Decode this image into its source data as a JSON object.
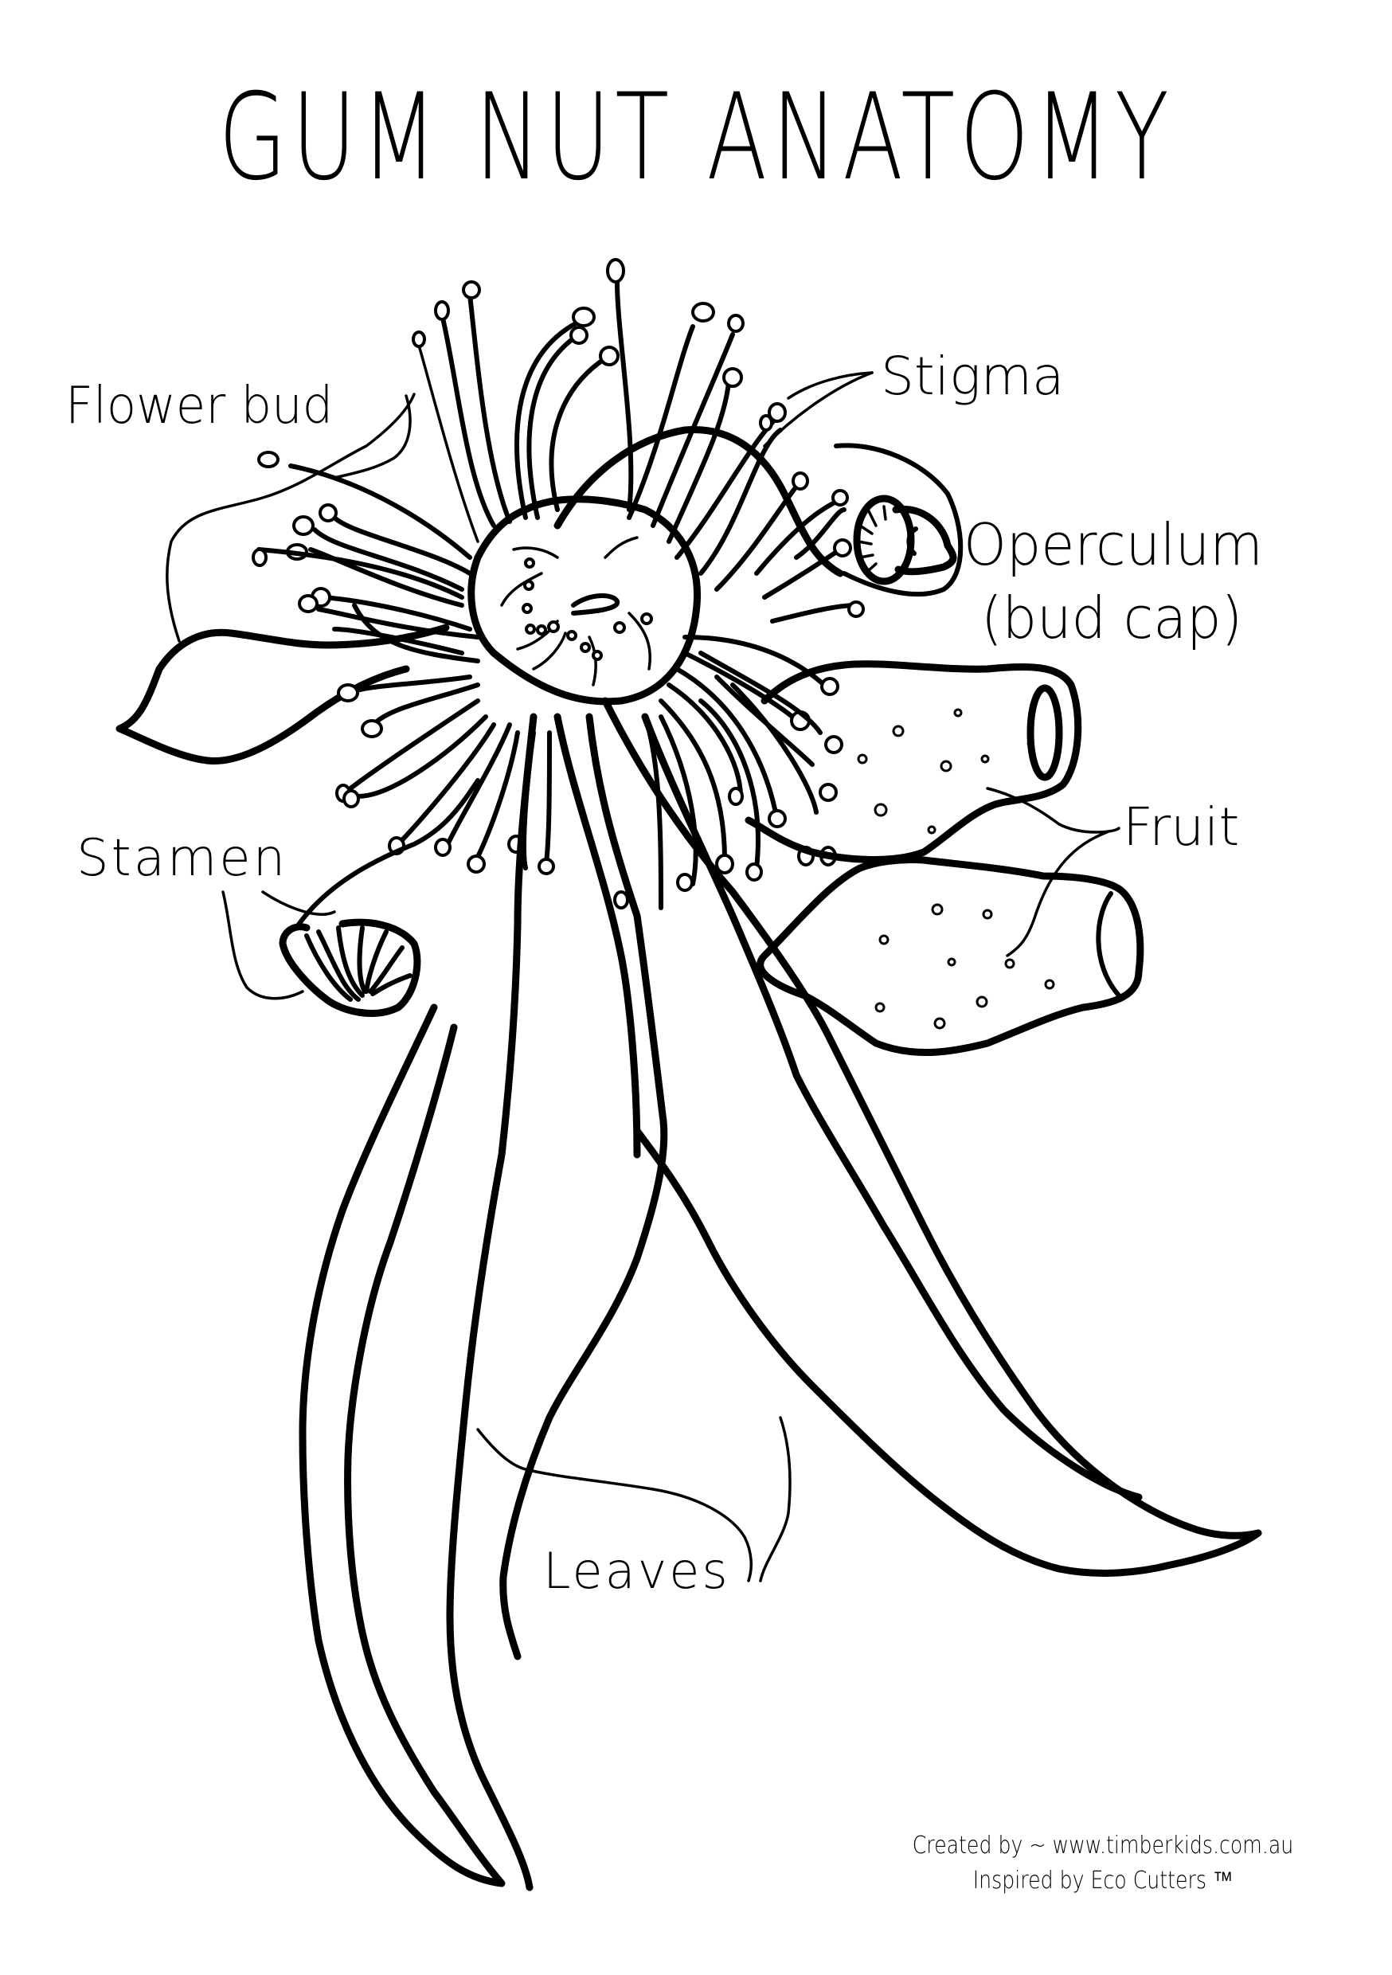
{
  "page": {
    "title": "GUM NUT ANATOMY",
    "background": "#ffffff",
    "ink_color": "#000000"
  },
  "labels": {
    "flower_bud": "Flower bud",
    "stigma": "Stigma",
    "operculum": "Operculum",
    "operculum_sub": "(bud cap)",
    "fruit": "Fruit",
    "stamen": "Stamen",
    "leaves": "Leaves"
  },
  "illustration": {
    "subject": "gum nut (eucalyptus) flower, buds, fruit and leaves",
    "parts": [
      "flower-bud",
      "stamens",
      "stigma",
      "operculum",
      "fruit",
      "fruit",
      "leaves",
      "leaves",
      "leaves"
    ]
  },
  "footer": {
    "credit_line": "Created by ~ www.timberkids.com.au",
    "inspired_line": "Inspired by Eco Cutters ™"
  }
}
